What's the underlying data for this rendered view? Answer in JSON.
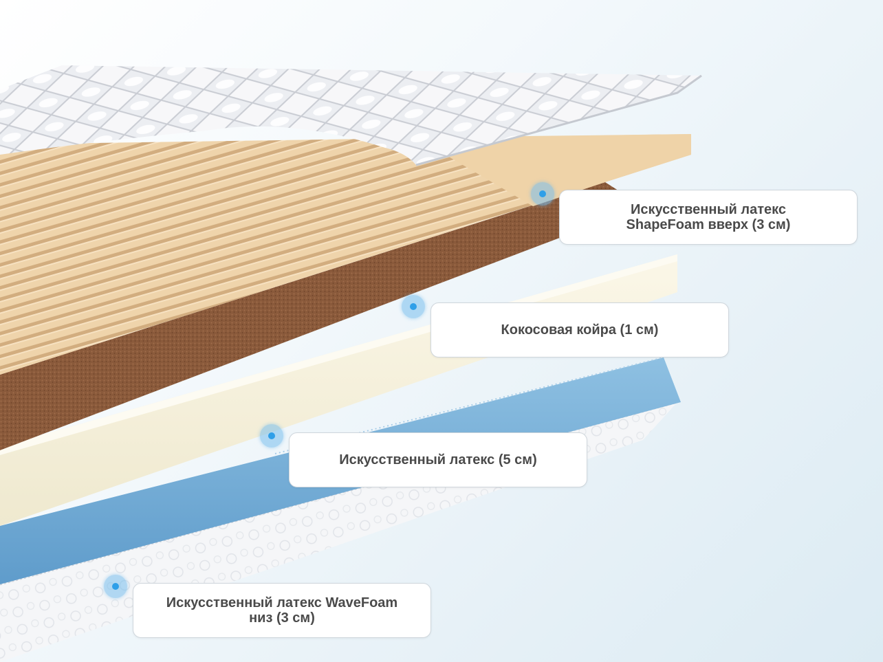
{
  "layers": [
    {
      "id": "shapefoam-top",
      "label": "Искусственный латекс\nShapeFoam вверх (3 см)"
    },
    {
      "id": "coconut-coir",
      "label": "Кокосовая койра (1 см)"
    },
    {
      "id": "latex-5cm",
      "label": "Искусственный латекс (5 см)"
    },
    {
      "id": "wavefoam-bottom",
      "label": "Искусственный латекс WaveFoam\nниз (3 см)"
    }
  ],
  "colors": {
    "cover": "#f6f6f8",
    "shapefoam": "#eccfa4",
    "coir": "#8f5c3c",
    "latex": "#f5f1dc",
    "blue_foam": "#6fa9d4",
    "wavefoam": "#f5f6f8",
    "marker": "#2f9fe8"
  }
}
